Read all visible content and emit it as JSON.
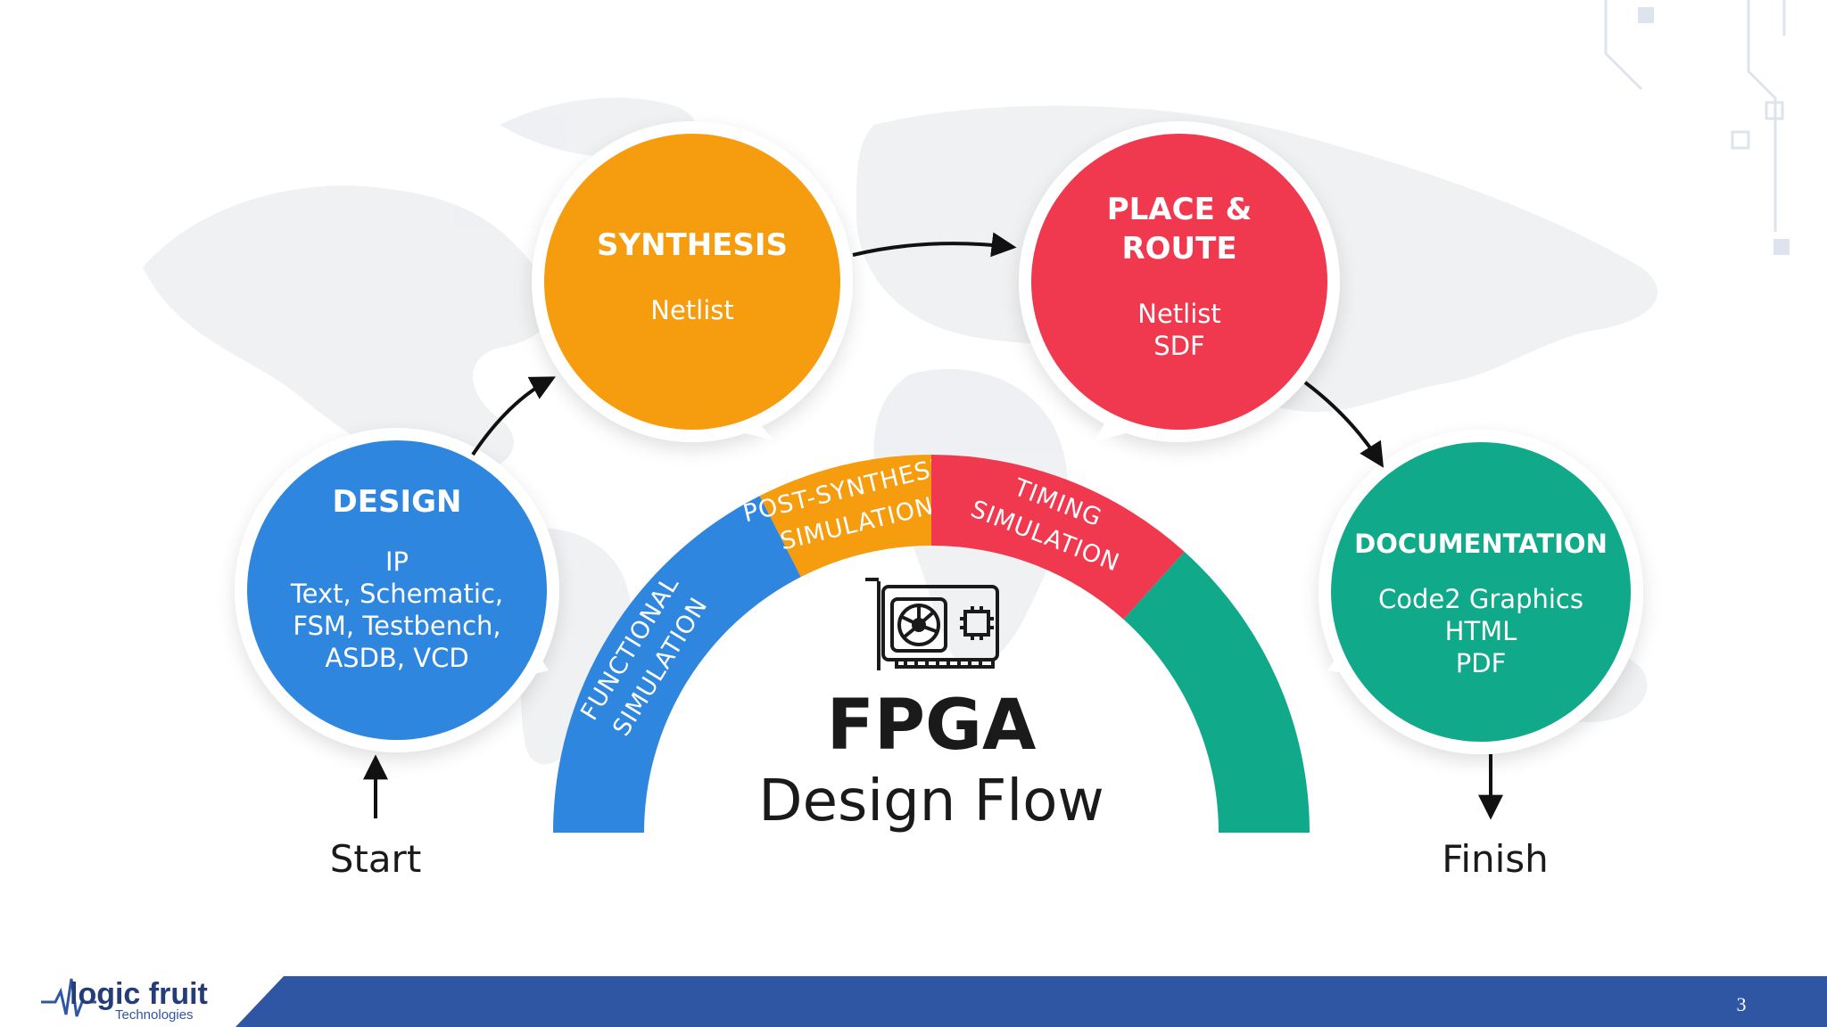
{
  "diagram": {
    "title_main": "FPGA",
    "title_sub": "Design Flow",
    "start_label": "Start",
    "finish_label": "Finish",
    "nodes": [
      {
        "title_lines": [
          "DESIGN"
        ],
        "detail_lines": [
          "IP",
          "Text, Schematic,",
          "FSM, Testbench,",
          "ASDB, VCD"
        ],
        "color": "#2e86de"
      },
      {
        "title_lines": [
          "SYNTHESIS"
        ],
        "detail_lines": [
          "Netlist"
        ],
        "color": "#f59c0f"
      },
      {
        "title_lines": [
          "PLACE &",
          "ROUTE"
        ],
        "detail_lines": [
          "Netlist",
          "SDF"
        ],
        "color": "#f0384f"
      },
      {
        "title_lines": [
          "DOCUMENTATION"
        ],
        "detail_lines": [
          "Code2 Graphics",
          "HTML",
          "PDF"
        ],
        "color": "#10a98a"
      }
    ],
    "arc_segments": [
      {
        "label_lines": [
          "FUNCTIONAL",
          "SIMULATION"
        ],
        "color": "#2e86de"
      },
      {
        "label_lines": [
          "POST-SYNTHESIS",
          "SIMULATION"
        ],
        "color": "#f59c0f"
      },
      {
        "label_lines": [
          "TIMING",
          "SIMULATION"
        ],
        "color": "#f0384f"
      },
      {
        "label_lines": [],
        "color": "#10a98a"
      }
    ]
  },
  "footer": {
    "logo_name": "logic fruit",
    "logo_sub": "Technologies",
    "page_number": "3",
    "bar_color": "#2f56a2"
  }
}
